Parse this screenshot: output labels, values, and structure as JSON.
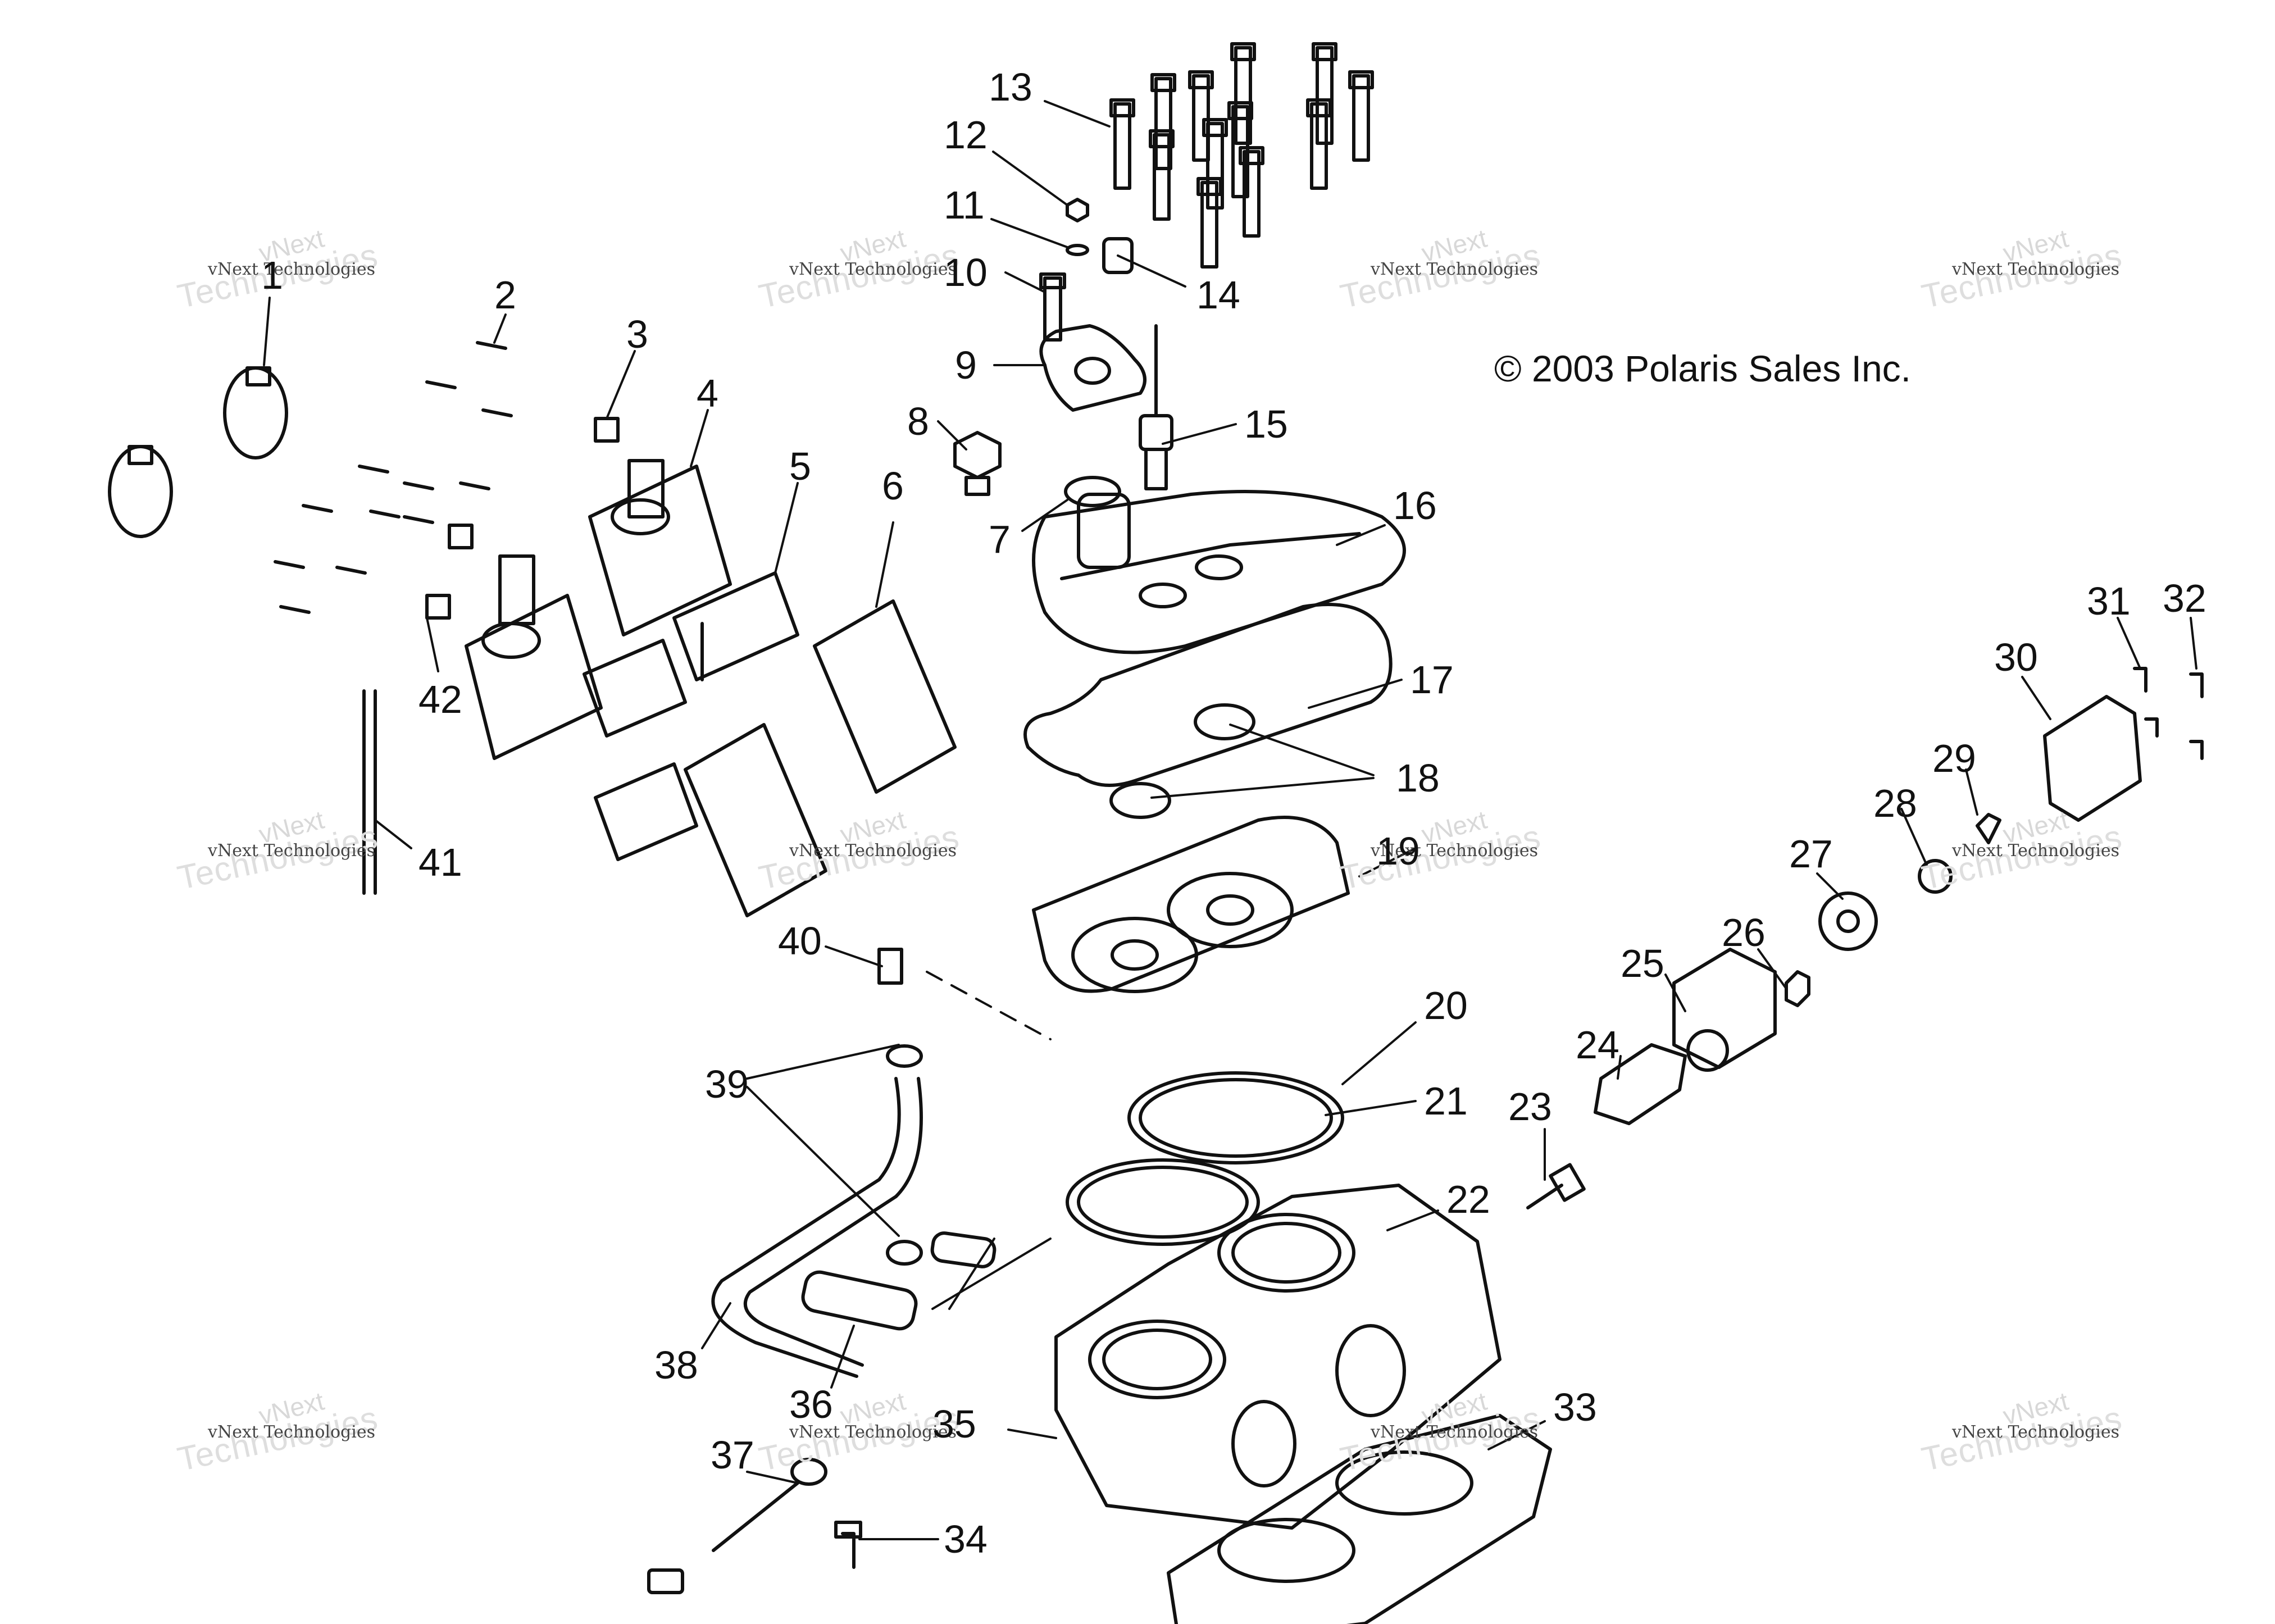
{
  "copyright": "© 2003 Polaris Sales Inc.",
  "watermark": {
    "logo": "vNext",
    "line_small": "vNext Technologies",
    "line_big": "Technologies"
  },
  "callouts": [
    "1",
    "2",
    "3",
    "4",
    "5",
    "6",
    "7",
    "8",
    "9",
    "10",
    "11",
    "12",
    "13",
    "14",
    "15",
    "16",
    "17",
    "18",
    "19",
    "20",
    "21",
    "22",
    "23",
    "24",
    "25",
    "26",
    "27",
    "28",
    "29",
    "30",
    "31",
    "32",
    "33",
    "34",
    "35",
    "36",
    "37",
    "38",
    "39",
    "40",
    "41",
    "42"
  ],
  "colors": {
    "ink": "#111111",
    "watermark": "#dcdcdc",
    "background": "#ffffff"
  }
}
